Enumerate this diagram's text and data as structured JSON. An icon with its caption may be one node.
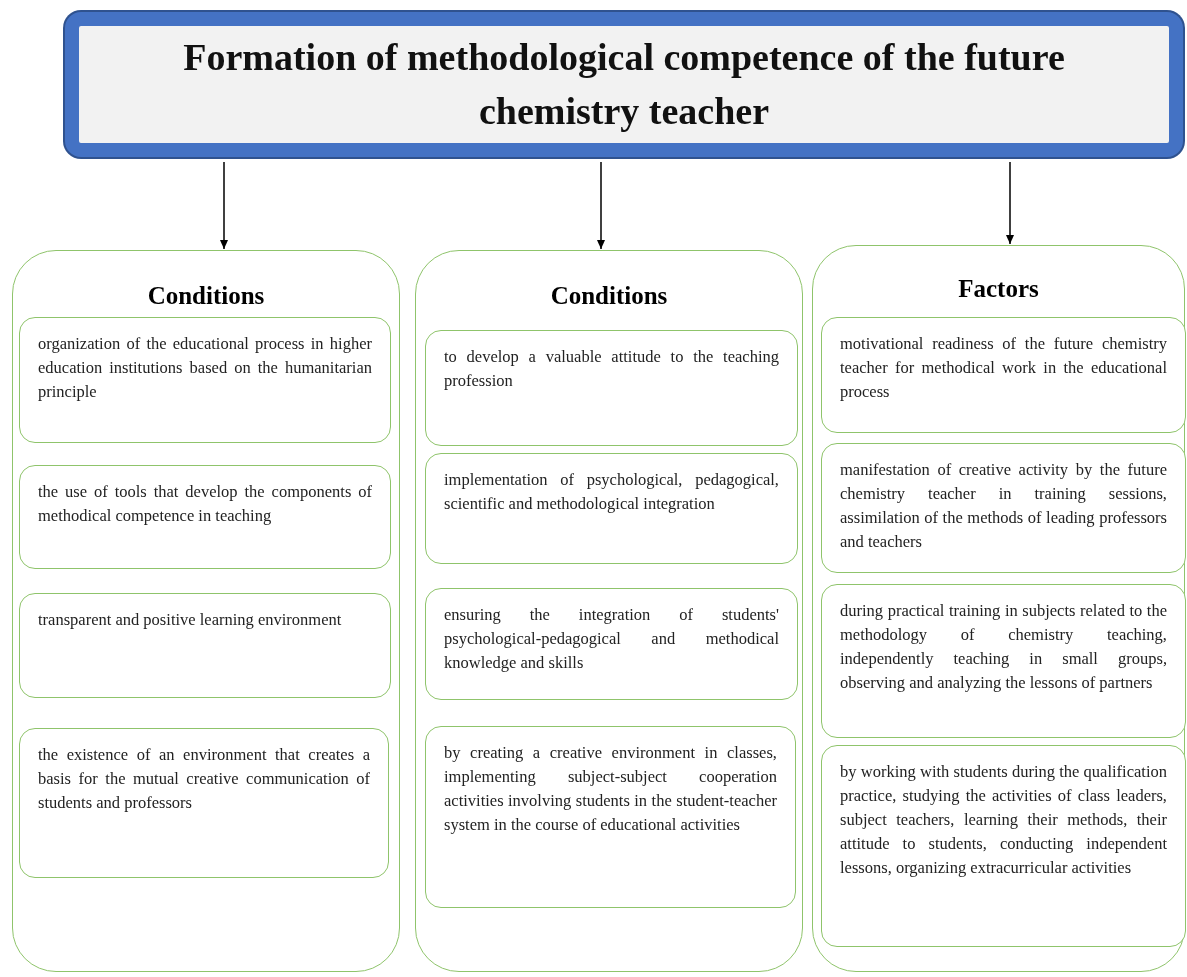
{
  "diagram": {
    "nodes": [
      {
        "text": [
          "Formation of methodological competence of the future chemistry teacher"
        ]
      },
      {
        "text": [
          "Conditions"
        ]
      },
      {
        "text": [
          "organization of the educational process in higher education institutions based on the humanitarian principle"
        ],
        "in": 1
      },
      {
        "text": [
          "the use of tools that develop the components of methodical competence in teaching"
        ],
        "in": 1
      },
      {
        "text": [
          "transparent and positive learning environment"
        ],
        "in": 1
      },
      {
        "text": [
          "the existence of an environment that creates a basis for the mutual creative communication of students and professors"
        ],
        "in": 1
      },
      {
        "text": [
          "Conditions"
        ]
      },
      {
        "text": [
          "to develop a valuable attitude to the teaching profession"
        ],
        "in": 6
      },
      {
        "text": [
          "implementation of psychological, pedagogical, scientific and methodological integration"
        ],
        "in": 6
      },
      {
        "text": [
          "ensuring the integration of students' psychological-pedagogical and methodical knowledge and skills"
        ],
        "in": 6
      },
      {
        "text": [
          "by creating a creative environment in classes, implementing subject-subject cooperation activities involving students in the student-teacher system in the course of educational activities"
        ],
        "in": 6
      },
      {
        "text": [
          "Factors"
        ]
      },
      {
        "text": [
          "motivational readiness of the future chemistry teacher for methodical work in the educational process"
        ],
        "in": 11
      },
      {
        "text": [
          "manifestation of creative activity by the future chemistry teacher in training sessions, assimilation of the methods of leading professors and teachers"
        ],
        "in": 11
      },
      {
        "text": [
          "during practical training in subjects related to the methodology of chemistry teaching, independently teaching in small groups, observing and analyzing the lessons of partners"
        ],
        "in": 11
      },
      {
        "text": [
          "by working with students during the qualification practice, studying the activities of class leaders, subject teachers, learning their methods, their attitude to students, conducting independent lessons, organizing extracurricular activities"
        ],
        "in": 11
      }
    ],
    "edges": [
      {
        "from": 0,
        "to": 1,
        "arrow": "to"
      },
      {
        "from": 0,
        "to": 6,
        "arrow": "to"
      },
      {
        "from": 0,
        "to": 11,
        "arrow": "to"
      }
    ]
  }
}
